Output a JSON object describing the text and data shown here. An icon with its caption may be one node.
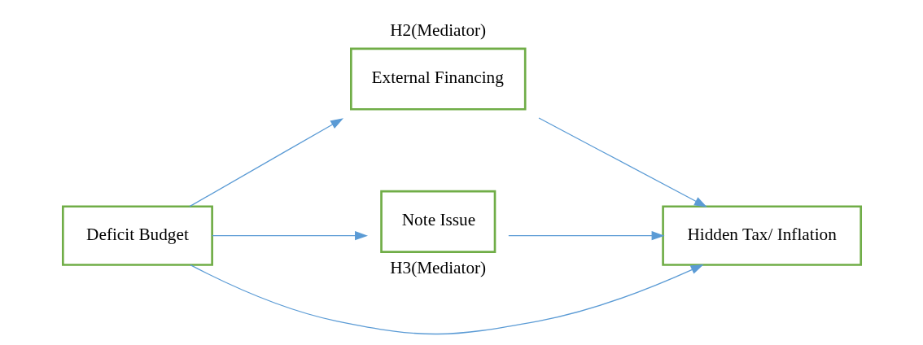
{
  "diagram": {
    "nodes": [
      {
        "text": [
          "Deficit Budget"
        ]
      },
      {
        "text": [
          "External Financing"
        ],
        "beside": [
          "H2(Mediator)"
        ]
      },
      {
        "text": [
          "Note Issue"
        ],
        "beside": [
          "H3(Mediator)"
        ]
      },
      {
        "text": [
          "Hidden Tax/ Inflation"
        ]
      }
    ],
    "edges": [
      {
        "from": 0,
        "to": 1,
        "arrow": "to"
      },
      {
        "from": 1,
        "to": 3,
        "arrow": "to"
      },
      {
        "from": 0,
        "to": 3,
        "arrow": "to"
      },
      {
        "from": 0,
        "to": 2,
        "arrow": "to"
      },
      {
        "from": 2,
        "to": 3,
        "arrow": "to"
      }
    ]
  }
}
